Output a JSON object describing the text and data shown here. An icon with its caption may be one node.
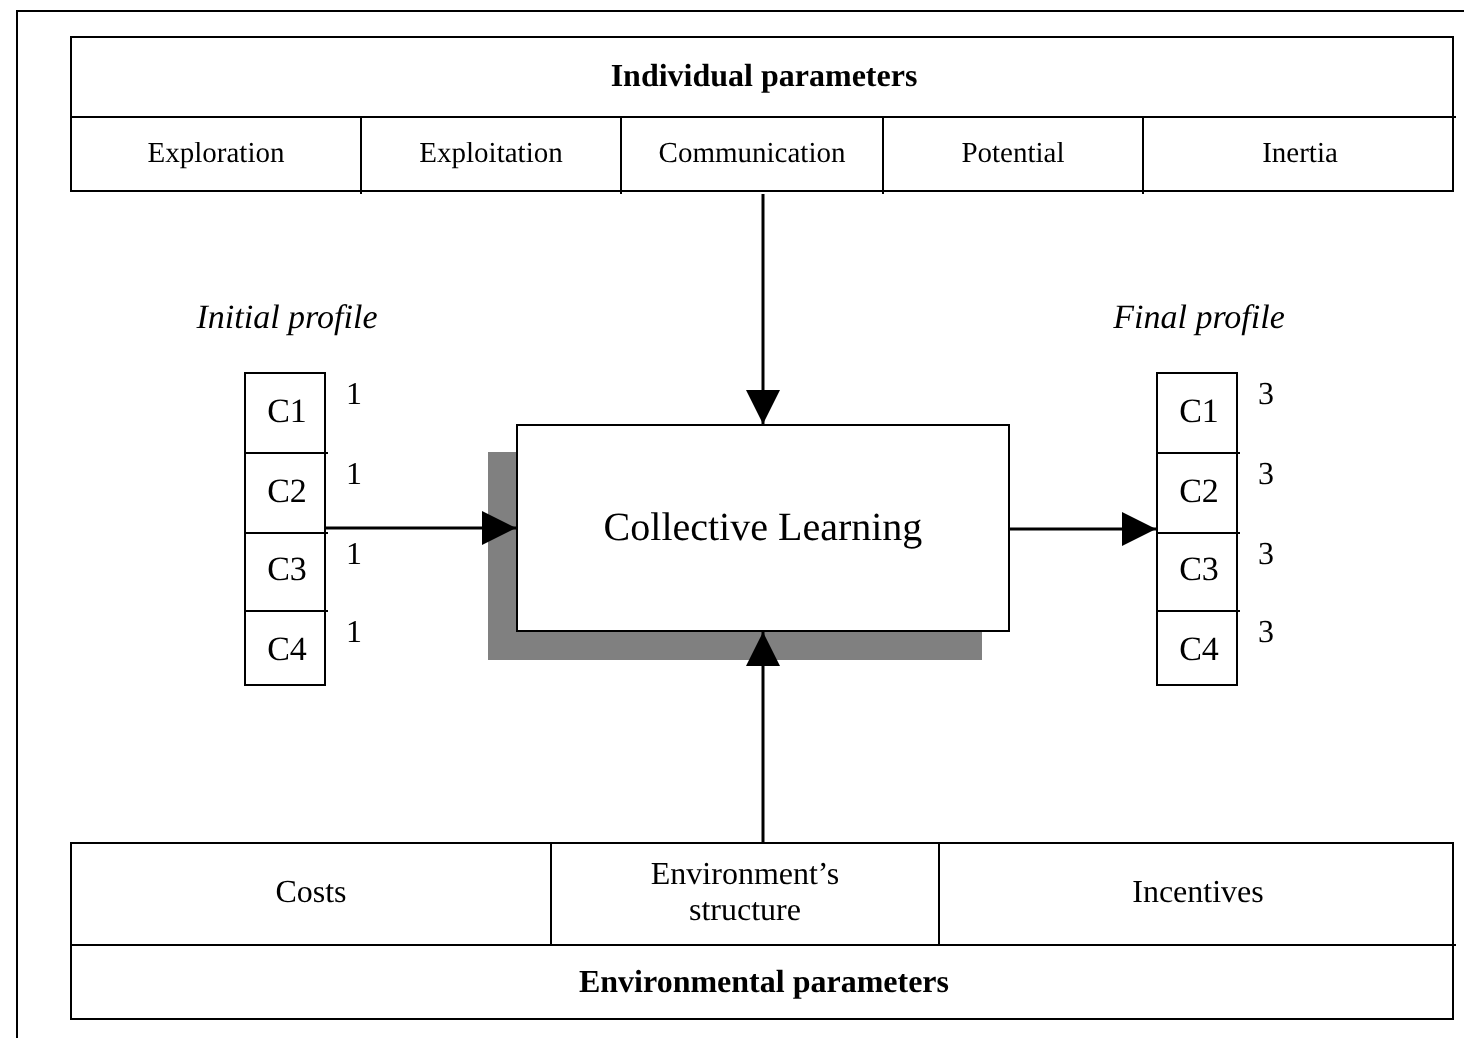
{
  "diagram": {
    "nodes": [
      {
        "text": [
          "Individual parameters"
        ]
      },
      {
        "text": [
          "Exploration"
        ],
        "in": 0
      },
      {
        "text": [
          "Exploitation"
        ],
        "in": 0
      },
      {
        "text": [
          "Communication"
        ],
        "in": 0
      },
      {
        "text": [
          "Potential"
        ],
        "in": 0
      },
      {
        "text": [
          "Inertia"
        ],
        "in": 0
      },
      {
        "text": [
          "Initial profile"
        ]
      },
      {
        "text": [
          "C1"
        ],
        "in": 6,
        "beside": [
          "1"
        ]
      },
      {
        "text": [
          "C2"
        ],
        "in": 6,
        "beside": [
          "1"
        ]
      },
      {
        "text": [
          "C3"
        ],
        "in": 6,
        "beside": [
          "1"
        ]
      },
      {
        "text": [
          "C4"
        ],
        "in": 6,
        "beside": [
          "1"
        ]
      },
      {
        "text": [
          "Collective Learning"
        ]
      },
      {
        "text": [
          "Final profile"
        ]
      },
      {
        "text": [
          "C1"
        ],
        "in": 12,
        "beside": [
          "3"
        ]
      },
      {
        "text": [
          "C2"
        ],
        "in": 12,
        "beside": [
          "3"
        ]
      },
      {
        "text": [
          "C3"
        ],
        "in": 12,
        "beside": [
          "3"
        ]
      },
      {
        "text": [
          "C4"
        ],
        "in": 12,
        "beside": [
          "3"
        ]
      },
      {
        "text": [
          "Environmental parameters"
        ]
      },
      {
        "text": [
          "Costs"
        ],
        "in": 17
      },
      {
        "text": [
          "Environment’s structure"
        ],
        "in": 17
      },
      {
        "text": [
          "Incentives"
        ],
        "in": 17
      }
    ],
    "edges": [
      {
        "from": 3,
        "to": 11,
        "arrow": "to"
      },
      {
        "from": 6,
        "to": 11,
        "arrow": "to"
      },
      {
        "from": 11,
        "to": 12,
        "arrow": "to"
      },
      {
        "from": 19,
        "to": 11,
        "arrow": "to"
      }
    ]
  }
}
